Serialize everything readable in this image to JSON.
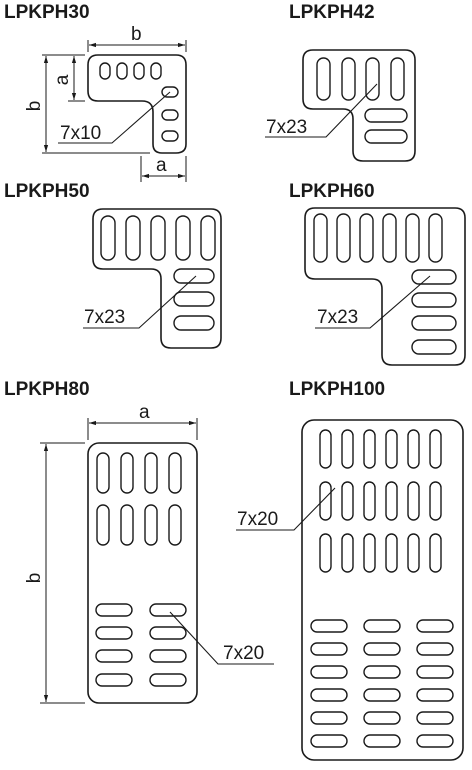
{
  "parts": [
    {
      "id": "lpkph30",
      "title": "LPKPH30",
      "hole": "7x10",
      "dims": {
        "a": "a",
        "b": "b"
      }
    },
    {
      "id": "lpkph42",
      "title": "LPKPH42",
      "hole": "7x23"
    },
    {
      "id": "lpkph50",
      "title": "LPKPH50",
      "hole": "7x23"
    },
    {
      "id": "lpkph60",
      "title": "LPKPH60",
      "hole": "7x23"
    },
    {
      "id": "lpkph80",
      "title": "LPKPH80",
      "hole": "7x20",
      "dims": {
        "a": "a",
        "b": "b"
      }
    },
    {
      "id": "lpkph100",
      "title": "LPKPH100",
      "hole": "7x20"
    }
  ]
}
